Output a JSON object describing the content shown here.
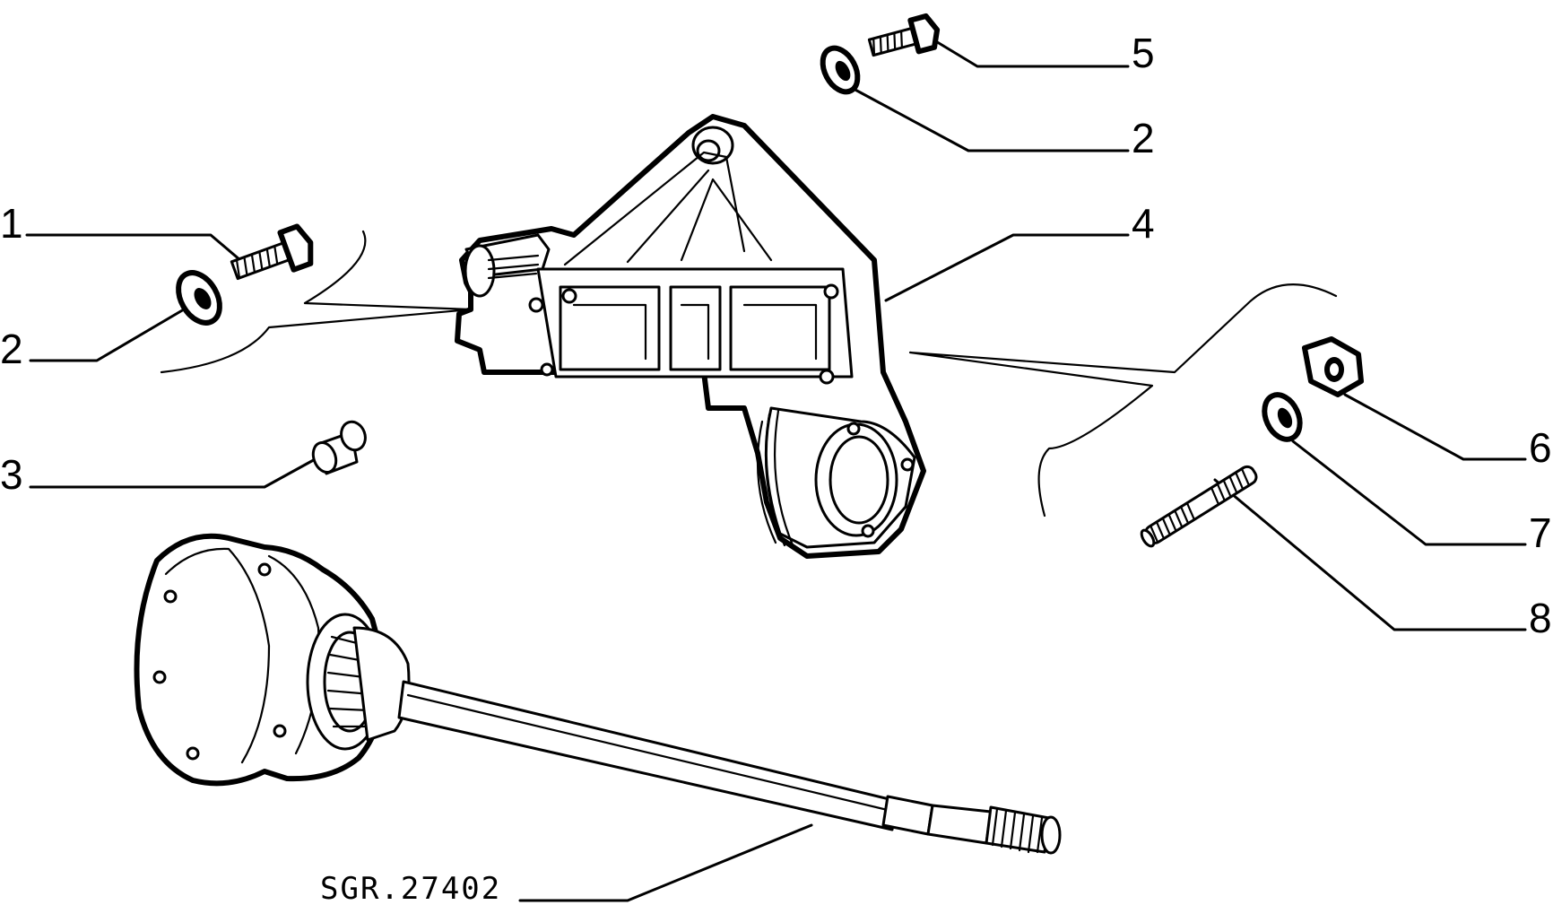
{
  "diagram": {
    "reference_code": "SGR.27402",
    "callouts": [
      {
        "id": "c1",
        "label": "1"
      },
      {
        "id": "c2a",
        "label": "2"
      },
      {
        "id": "c3",
        "label": "3"
      },
      {
        "id": "c5",
        "label": "5"
      },
      {
        "id": "c2b",
        "label": "2"
      },
      {
        "id": "c4",
        "label": "4"
      },
      {
        "id": "c6",
        "label": "6"
      },
      {
        "id": "c7",
        "label": "7"
      },
      {
        "id": "c8",
        "label": "8"
      }
    ]
  }
}
